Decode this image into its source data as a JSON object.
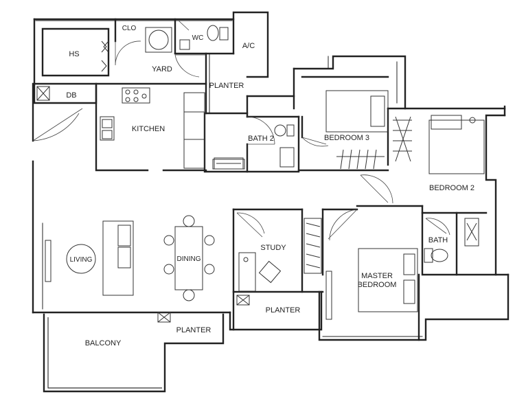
{
  "labels": {
    "hs": "HS",
    "clo": "CLO",
    "wc": "WC",
    "ac": "A/C",
    "yard": "YARD",
    "planter_top": "PLANTER",
    "db": "DB",
    "kitchen": "KITCHEN",
    "bath2": "BATH 2",
    "bedroom3": "BEDROOM 3",
    "bedroom2": "BEDROOM 2",
    "living": "LIVING",
    "dining": "DINING",
    "study": "STUDY",
    "bath_master": "BATH",
    "master_bedroom_1": "MASTER",
    "master_bedroom_2": "BEDROOM",
    "planter_mid": "PLANTER",
    "planter_bottom": "PLANTER",
    "balcony": "BALCONY"
  },
  "colors": {
    "wall": "#222222",
    "background": "#ffffff"
  }
}
